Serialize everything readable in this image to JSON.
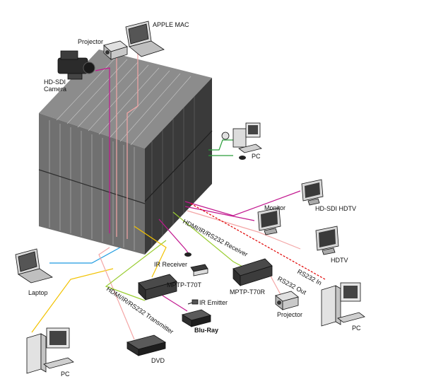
{
  "labels": {
    "apple_mac": "APPLE MAC",
    "projector_top": "Projector",
    "camera_line1": "HD-SDI",
    "camera_line2": "Camera",
    "pc_right": "PC",
    "monitor": "Monitor",
    "hdsdi_hdtv": "HD-SDI HDTV",
    "hdtv": "HDTV",
    "hdmi_receiver_cable": "HDMI/IR/RS232 Receiver",
    "rs232_in": "RS232 In",
    "rs232_out": "RS232 Out",
    "ir_receiver": "IR Receiver",
    "mptp_t70t": "MPTP-T70T",
    "mptp_t70r": "MPTP-T70R",
    "ir_emitter": "IR Emitter",
    "hdmi_transmitter_cable": "HDMI/IR/RS232 Transmitter",
    "bluray": "Blu-Ray",
    "projector_bottom": "Projector",
    "laptop": "Laptop",
    "pc_bottom_right": "PC",
    "pc_bottom_left": "PC",
    "dvd": "DVD"
  },
  "colors": {
    "magenta": "#c2188f",
    "pink": "#f4a6a6",
    "yellow": "#f2c200",
    "cyan": "#1e9be0",
    "lime": "#9acd32",
    "green": "#2a9d3a",
    "red": "#e00000",
    "chassis_front": "#6e6e6e",
    "chassis_side": "#3e3e3e",
    "chassis_top": "#8a8a8a"
  }
}
